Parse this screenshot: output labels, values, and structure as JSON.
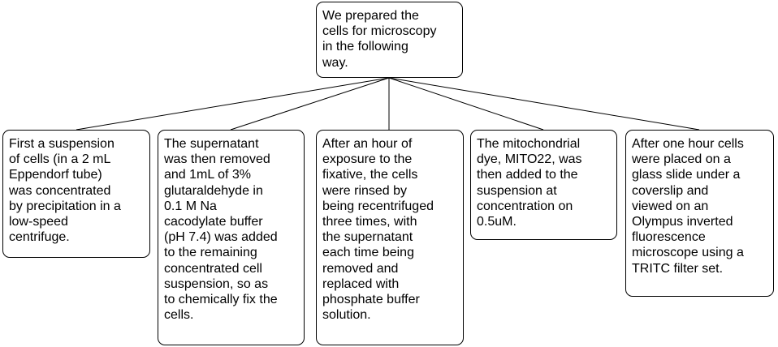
{
  "root": {
    "text": "We prepared the\ncells for microscopy\nin the following\nway."
  },
  "steps": [
    {
      "text": "First a suspension\nof cells (in a 2 mL\nEppendorf tube)\nwas concentrated\nby precipitation in a\nlow-speed\ncentrifuge."
    },
    {
      "text": "The supernatant\nwas then removed\nand 1mL of 3%\nglutaraldehyde in\n0.1 M Na\ncacodylate buffer\n(pH 7.4) was added\nto the remaining\nconcentrated cell\nsuspension, so as\nto chemically fix the\ncells."
    },
    {
      "text": "After an hour of\nexposure to the\nfixative, the cells\nwere rinsed by\nbeing recentrifuged\nthree times, with\nthe supernatant\neach time being\nremoved and\nreplaced with\nphosphate buffer\nsolution."
    },
    {
      "text": "The mitochondrial\ndye, MITO22, was\nthen added to the\nsuspension at\nconcentration on\n0.5uM."
    },
    {
      "text": "After one hour cells\nwere placed on a\nglass slide under a\ncoverslip and\nviewed on an\nOlympus inverted\nfluorescence\nmicroscope using a\nTRITC filter set."
    }
  ]
}
